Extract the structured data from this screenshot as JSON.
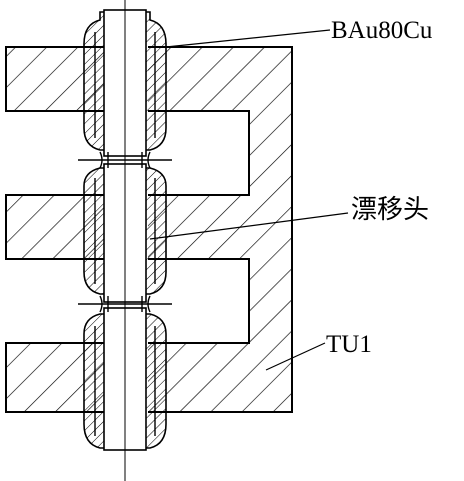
{
  "labels": {
    "brazing_alloy": "BAu80Cu",
    "drift_tube": "漂移头",
    "base_material": "TU1"
  },
  "colors": {
    "line": "#000000",
    "background": "#ffffff"
  }
}
